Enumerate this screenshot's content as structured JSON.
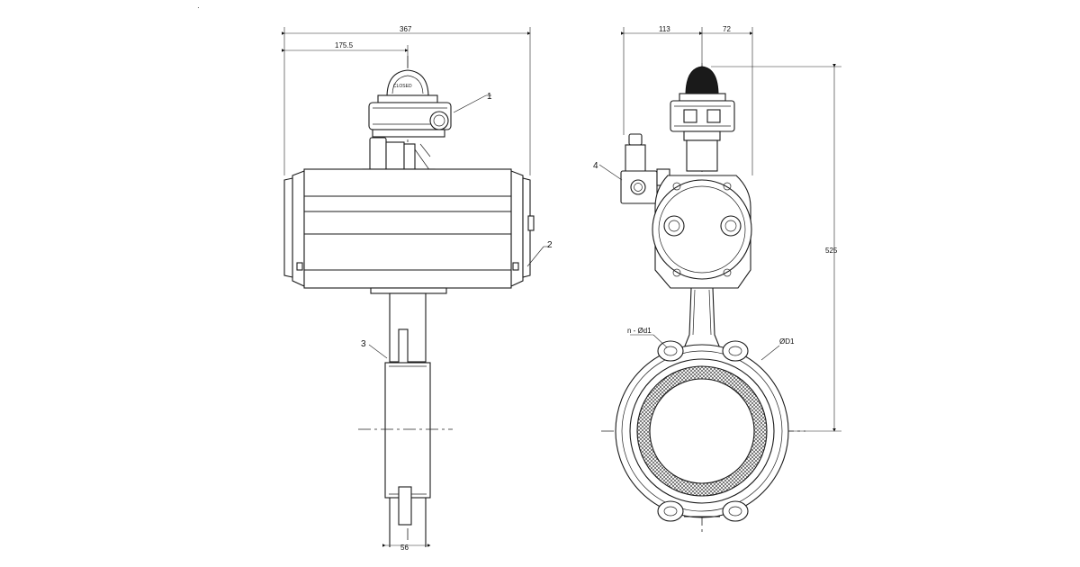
{
  "left_view": {
    "dimensions": {
      "overall_width": "367",
      "half_width": "175.5",
      "stem_width": "56"
    },
    "callouts": {
      "limit_switch_box": "1",
      "actuator": "2",
      "valve_body": "3"
    },
    "limit_switch_text": "CLOSED"
  },
  "right_view": {
    "dimensions": {
      "left_offset": "113",
      "right_offset": "72",
      "overall_height": "525"
    },
    "callouts": {
      "solenoid_valve": "4"
    },
    "labels": {
      "bolt_holes": "n - Ød1",
      "flange_diameter": "ØD1"
    }
  },
  "corner_mark": "·"
}
